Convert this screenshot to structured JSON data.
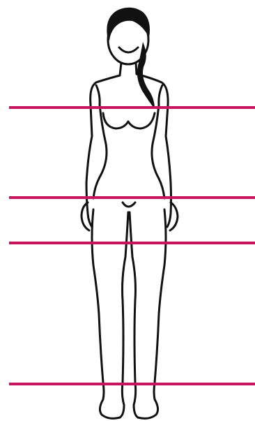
{
  "figure": {
    "line_color": "#c8155f",
    "outline_color": "#111111",
    "hair_color": "#111111",
    "measurement_lines": [
      {
        "id": "bust"
      },
      {
        "id": "waist"
      },
      {
        "id": "hips"
      },
      {
        "id": "ankles"
      }
    ]
  }
}
